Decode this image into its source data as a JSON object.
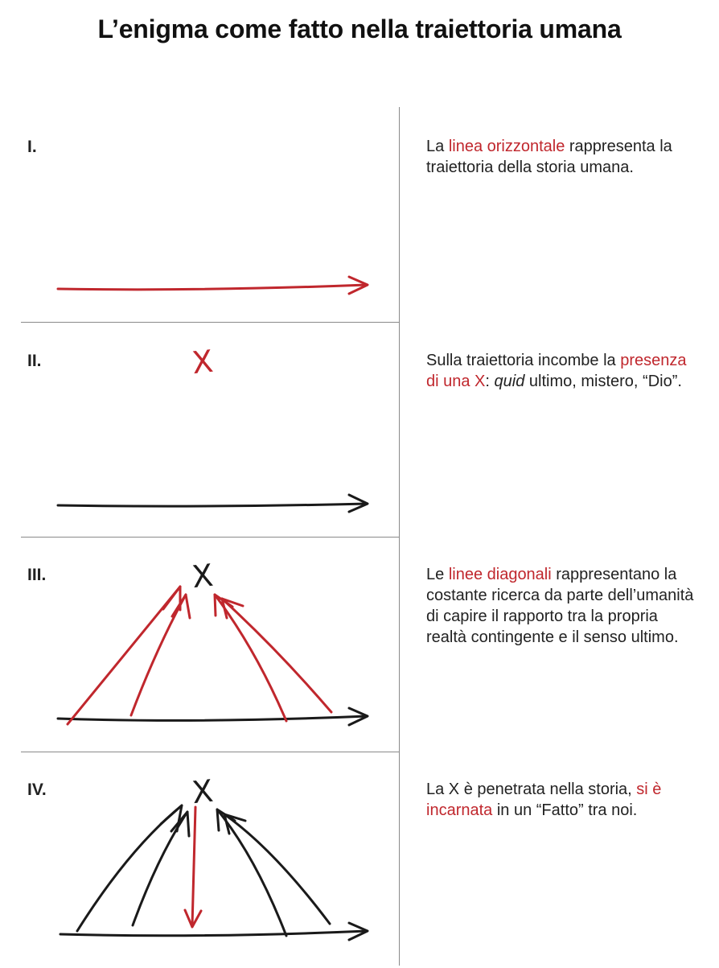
{
  "title": "L’enigma come fatto nella traiettoria umana",
  "colors": {
    "accent": "#c0272d",
    "ink": "#1a1a1a"
  },
  "panels": [
    {
      "numeral": "I.",
      "x_label": "",
      "description": [
        {
          "text": "La ",
          "highlight": false
        },
        {
          "text": "linea orizzontale",
          "highlight": true
        },
        {
          "text": " rappresenta la traiettoria della storia umana.",
          "highlight": false
        }
      ]
    },
    {
      "numeral": "II.",
      "x_label": "X",
      "description": [
        {
          "text": "Sulla traiettoria incombe la ",
          "highlight": false
        },
        {
          "text": "presenza di una X",
          "highlight": true
        },
        {
          "text": ": ",
          "highlight": false
        },
        {
          "text": "quid",
          "highlight": false,
          "italic": true
        },
        {
          "text": " ultimo, mistero, “Dio”.",
          "highlight": false
        }
      ]
    },
    {
      "numeral": "III.",
      "x_label": "X",
      "description": [
        {
          "text": "Le ",
          "highlight": false
        },
        {
          "text": "linee diagonali",
          "highlight": true
        },
        {
          "text": " rappresentano la costante ricerca da parte dell’umanità di capire il rapporto tra la propria realtà contingente e il senso ultimo.",
          "highlight": false
        }
      ]
    },
    {
      "numeral": "IV.",
      "x_label": "X",
      "description": [
        {
          "text": "La X è penetrata nella storia, ",
          "highlight": false
        },
        {
          "text": "si è incarnata",
          "highlight": true
        },
        {
          "text": " in un “Fatto” tra noi.",
          "highlight": false
        }
      ]
    }
  ]
}
